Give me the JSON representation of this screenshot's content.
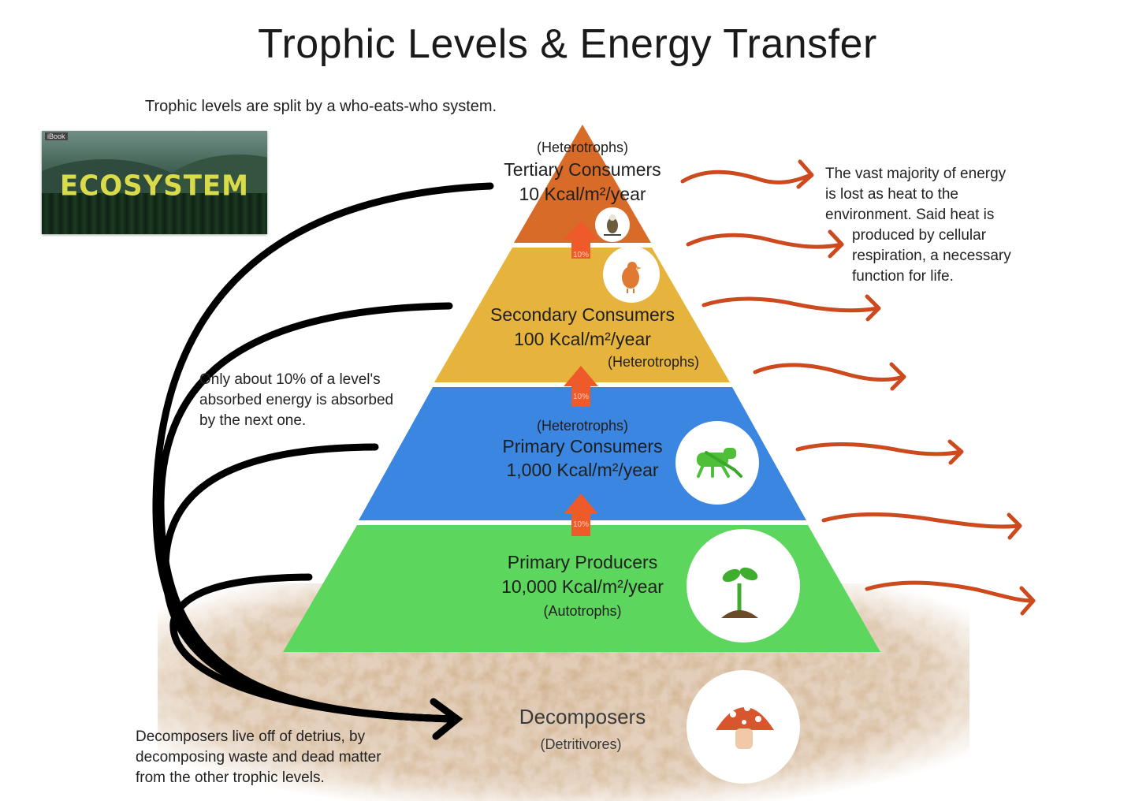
{
  "title": "Trophic Levels & Energy Transfer",
  "notes": {
    "top": "Trophic levels are split by a who-eats-who system.",
    "heat": [
      "The vast majority of energy",
      "is lost as heat to the",
      "environment. Said heat is",
      "produced by cellular",
      "respiration, a necessary",
      "function for life."
    ],
    "ten_percent": [
      "Only about 10% of a level's",
      "absorbed energy is absorbed",
      "by the next one."
    ],
    "decomposers": [
      "Decomposers live off of detrius, by",
      "decomposing waste and dead matter",
      "from the other trophic levels."
    ]
  },
  "thumbnail": {
    "tag": "iBook",
    "word": "ECOSYSTEM"
  },
  "levels": {
    "tertiary": {
      "type": "(Heterotrophs)",
      "name": "Tertiary Consumers",
      "energy": "10 Kcal/m²/year",
      "color": "#d96b28",
      "icon": "hawk-icon"
    },
    "secondary": {
      "type": "(Heterotrophs)",
      "name": "Secondary Consumers",
      "energy": "100 Kcal/m²/year",
      "color": "#e6b43c",
      "icon": "bird-icon"
    },
    "primary_consumers": {
      "type": "(Heterotrophs)",
      "name": "Primary Consumers",
      "energy": "1,000 Kcal/m²/year",
      "color": "#3b86e0",
      "icon": "grasshopper-icon"
    },
    "producers": {
      "type": "(Autotrophs)",
      "name": "Primary Producers",
      "energy": "10,000 Kcal/m²/year",
      "color": "#5cd65c",
      "icon": "sprout-icon"
    },
    "decomposers": {
      "type": "(Detritivores)",
      "name": "Decomposers",
      "color": "#a8754a",
      "icon": "mushroom-icon"
    }
  },
  "transfer_label": "10%",
  "colors": {
    "heat_arrow": "#cc4a1e",
    "transfer_arrow": "#ef5a2a",
    "curve": "#000000"
  }
}
